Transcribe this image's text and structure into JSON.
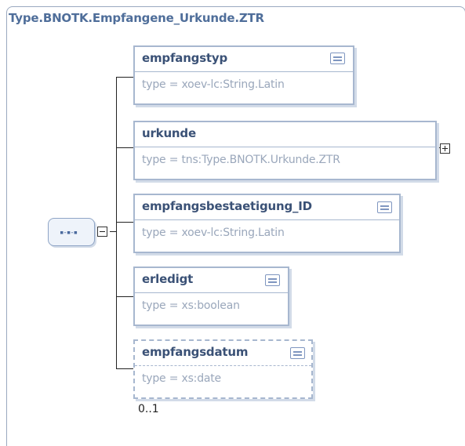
{
  "diagram": {
    "title": "Type.BNOTK.Empfangene_Urkunde.ZTR",
    "elements": [
      {
        "name": "empfangstyp",
        "type": "type = xoev-lc:String.Latin",
        "has_doc": true
      },
      {
        "name": "urkunde",
        "type": "type = tns:Type.BNOTK.Urkunde.ZTR",
        "has_doc": false,
        "expandable": true
      },
      {
        "name": "empfangsbestaetigung_ID",
        "type": "type = xoev-lc:String.Latin",
        "has_doc": true
      },
      {
        "name": "erledigt",
        "type": "type = xs:boolean",
        "has_doc": true
      },
      {
        "name": "empfangsdatum",
        "type": "type = xs:date",
        "has_doc": true,
        "occurrence": "0..1"
      }
    ],
    "sequence_icon": "sequence-compositor-icon",
    "colors": {
      "title": "#4f6e9a",
      "element_border": "#a7b7cf",
      "element_name": "#3a5176",
      "type_text": "#9aa7bb",
      "doc_icon": "#7f96c0"
    }
  }
}
